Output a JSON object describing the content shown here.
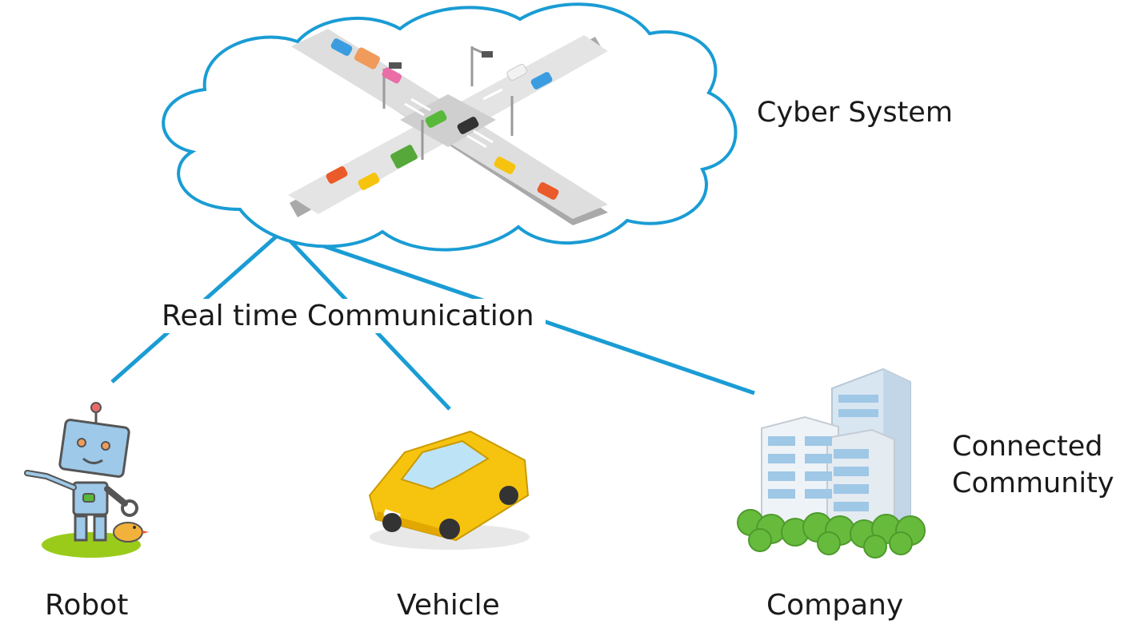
{
  "labels": {
    "cyber_system": "Cyber System",
    "real_time_communication": "Real time Communication",
    "connected_community_line1": "Connected",
    "connected_community_line2": "Community",
    "robot": "Robot",
    "vehicle": "Vehicle",
    "company": "Company"
  },
  "colors": {
    "line": "#1a9cd4",
    "road": "#d9d9d9",
    "taxi": "#f6c40f",
    "building": "#d8e6f2",
    "tree": "#66bb3c",
    "robot_body": "#9ec9e8",
    "grass": "#9acb1b"
  },
  "icons": [
    "cloud-icon",
    "intersection-icon",
    "robot-icon",
    "bird-icon",
    "taxi-icon",
    "building-icon",
    "trees-icon"
  ]
}
